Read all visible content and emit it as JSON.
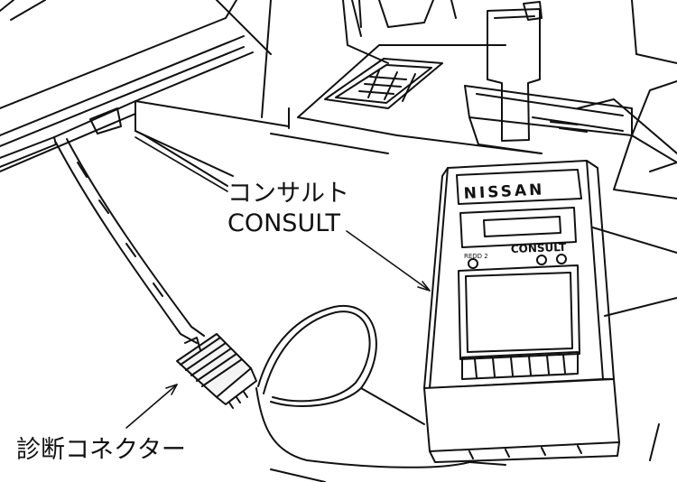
{
  "labels": {
    "consult_jp": "コンサルト",
    "consult_en": "CONSULT",
    "diagnostic_connector": "診断コネクター"
  },
  "device": {
    "brand": "NISSAN",
    "model_label": "CONSULT",
    "panel_label": "REDD 2"
  },
  "colors": {
    "ink": "#111111",
    "background": "#ffffff"
  }
}
